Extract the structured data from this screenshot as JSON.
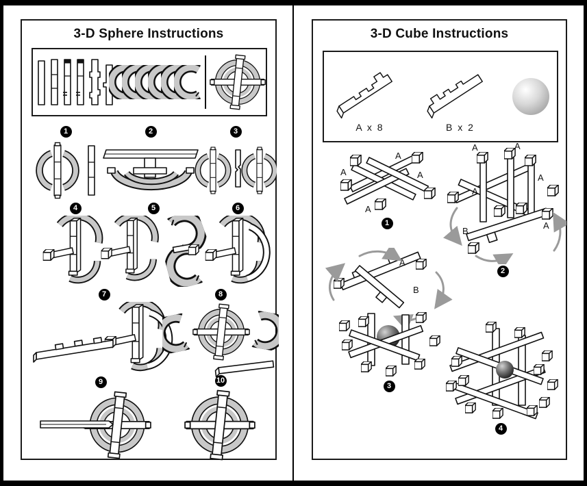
{
  "colors": {
    "frame": "#000000",
    "line": "#1a1a1a",
    "piece_gray": "#c8c8c8",
    "arrow_gray": "#9a9a9a",
    "badge_bg": "#000000",
    "badge_text": "#ffffff"
  },
  "sphere_panel": {
    "title": "3-D Sphere Instructions",
    "parts_box": {
      "stick_pieces": 6,
      "crescent_pieces": 6
    },
    "steps": [
      {
        "number": "1"
      },
      {
        "number": "2"
      },
      {
        "number": "3"
      },
      {
        "number": "4"
      },
      {
        "number": "5"
      },
      {
        "number": "6"
      },
      {
        "number": "7"
      },
      {
        "number": "8"
      },
      {
        "number": "9"
      },
      {
        "number": "10"
      }
    ]
  },
  "cube_panel": {
    "title": "3-D Cube Instructions",
    "parts": [
      {
        "label": "A x 8"
      },
      {
        "label": "B x 2"
      }
    ],
    "steps": [
      {
        "number": "1",
        "labels": [
          "A",
          "A",
          "A",
          "A"
        ]
      },
      {
        "number": "2",
        "labels": [
          "A",
          "A",
          "A",
          "A",
          "A",
          "B"
        ]
      },
      {
        "number": "3",
        "labels": [
          "A",
          "B"
        ]
      },
      {
        "number": "4",
        "labels": []
      }
    ]
  }
}
